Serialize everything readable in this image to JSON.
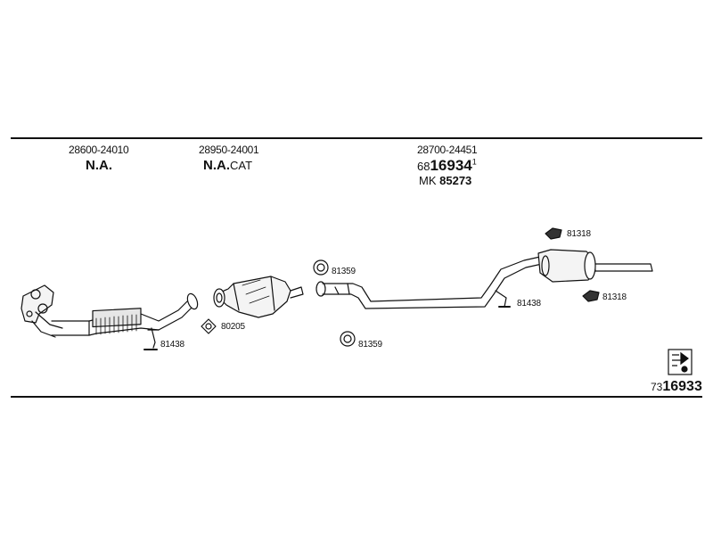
{
  "sections": [
    {
      "part_number": "28600-24010",
      "label": "N.A."
    },
    {
      "part_number": "28950-24001",
      "label_main": "N.A.",
      "label_suffix": "CAT"
    },
    {
      "part_number": "28700-24451",
      "ref_prefix": "68",
      "ref_main": "16934",
      "ref_sup": "1",
      "mk_label": "MK",
      "mk_number": "85273"
    }
  ],
  "callouts": [
    {
      "id": "81438-front",
      "code": "81438"
    },
    {
      "id": "80205",
      "code": "80205"
    },
    {
      "id": "81359-top",
      "code": "81359"
    },
    {
      "id": "81359-bottom",
      "code": "81359"
    },
    {
      "id": "81438-rear",
      "code": "81438"
    },
    {
      "id": "81318-top",
      "code": "81318"
    },
    {
      "id": "81318-bottom",
      "code": "81318"
    }
  ],
  "footer": {
    "prefix": "73",
    "main": "16933"
  },
  "colors": {
    "ink": "#111111",
    "background": "#ffffff",
    "pipe_fill": "#f4f4f4"
  },
  "icons": [
    "catalog-book-icon"
  ]
}
